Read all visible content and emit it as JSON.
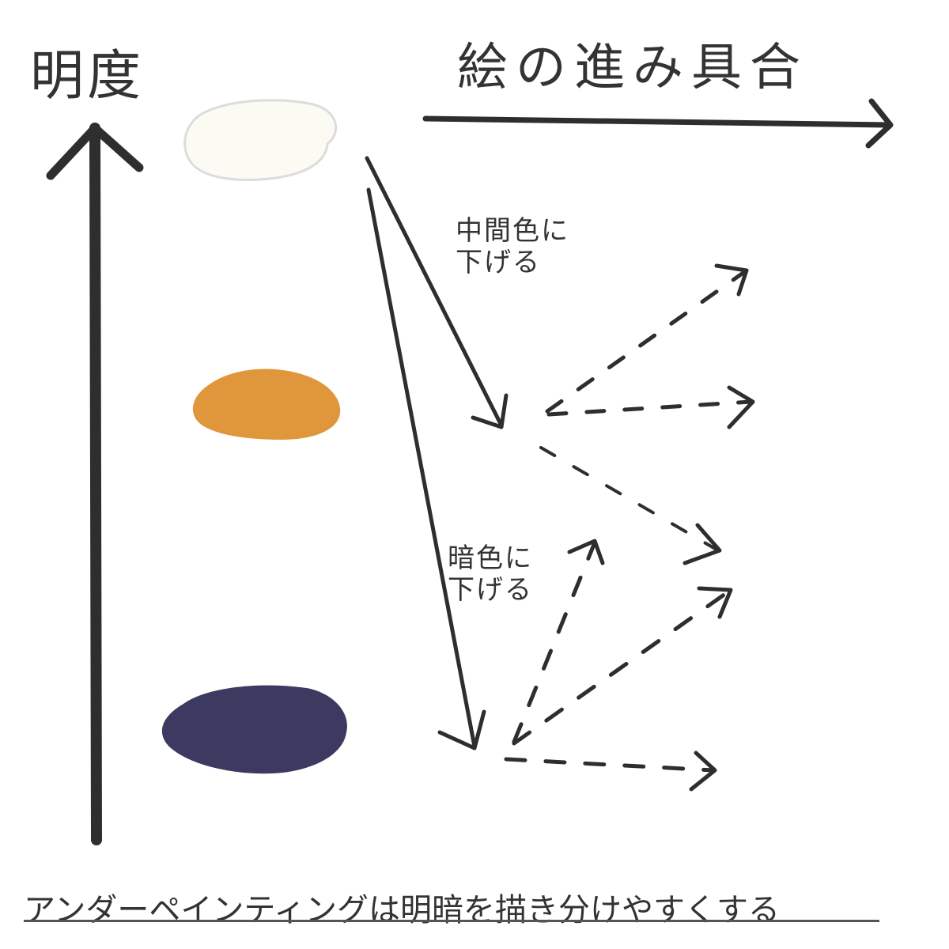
{
  "axes": {
    "vertical_label": "明度",
    "horizontal_label": "絵の進み具合"
  },
  "annotations": {
    "mid_tone": [
      "中間色に",
      "下げる"
    ],
    "dark_tone": [
      "暗色に",
      "下げる"
    ]
  },
  "caption": "アンダーペインティングは明暗を描き分けやすくする",
  "swatches": [
    {
      "name": "light",
      "color": "#fbfaf3",
      "outline": "#dcdcdc"
    },
    {
      "name": "mid",
      "color": "#e0963a"
    },
    {
      "name": "dark",
      "color": "#3c3a60"
    }
  ],
  "ink": "#2e2e2e"
}
